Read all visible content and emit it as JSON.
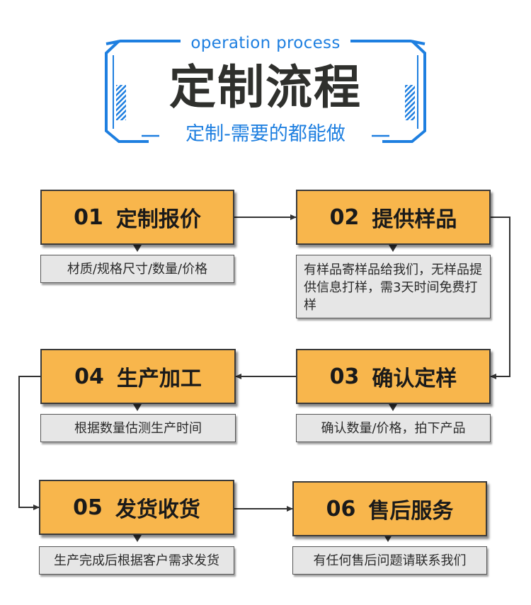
{
  "header": {
    "subtitle_en": "operation process",
    "title": "定制流程",
    "subtitle_cn": "定制-需要的都能做"
  },
  "colors": {
    "accent": "#1e7fe0",
    "step_fill": "#f8b64c",
    "desc_fill": "#e6e6e6",
    "title_text": "#2f302d"
  },
  "steps": [
    {
      "num": "01",
      "label": "定制报价",
      "desc": "材质/规格尺寸/数量/价格"
    },
    {
      "num": "02",
      "label": "提供样品",
      "desc": "有样品寄样品给我们，无样品提供信息打样，需3天时间免费打样"
    },
    {
      "num": "03",
      "label": "确认定样",
      "desc": "确认数量/价格，拍下产品"
    },
    {
      "num": "04",
      "label": "生产加工",
      "desc": "根据数量估测生产时间"
    },
    {
      "num": "05",
      "label": "发货收货",
      "desc": "生产完成后根据客户需求发货"
    },
    {
      "num": "06",
      "label": "售后服务",
      "desc": "有任何售后问题请联系我们"
    }
  ]
}
